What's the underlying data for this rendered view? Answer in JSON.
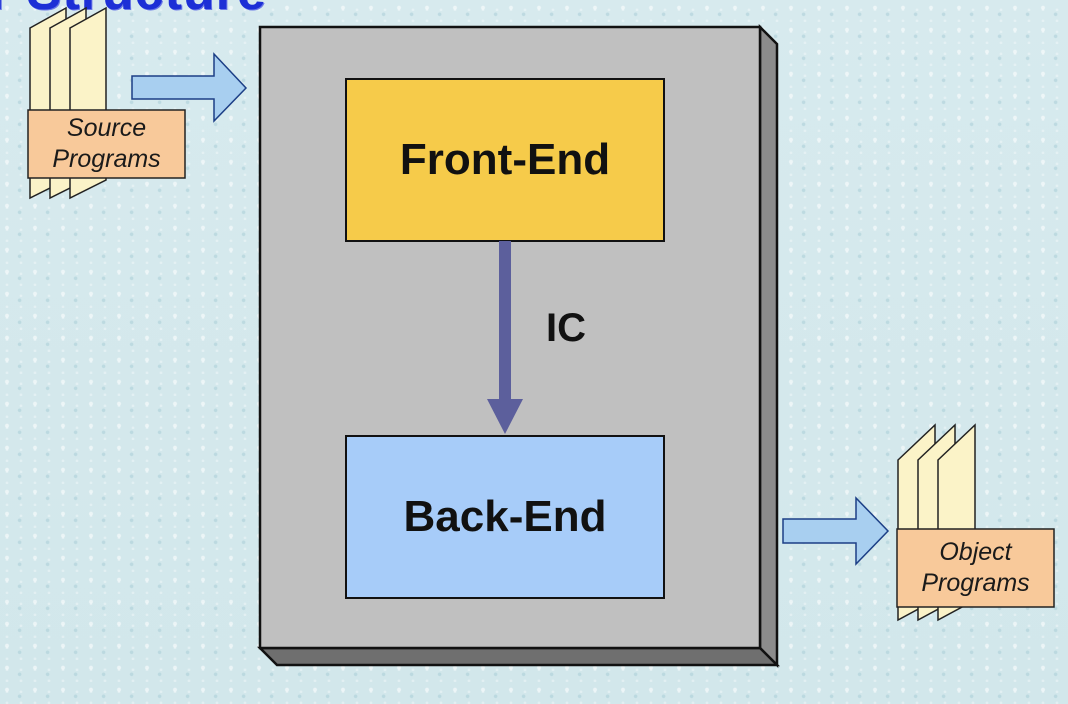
{
  "slide": {
    "title_partial": "r Structure"
  },
  "diagram": {
    "front_end_label": "Front-End",
    "back_end_label": "Back-End",
    "connector_label": "IC",
    "input_label": "Source\nPrograms",
    "output_label": "Object\nPrograms"
  },
  "colors": {
    "background": "#d5e9ed",
    "compiler_box": "#c0c0c0",
    "compiler_box_side": "#8c8c8c",
    "front_end_fill": "#f6cb4a",
    "back_end_fill": "#a7ccf9",
    "ic_arrow": "#5c5f9c",
    "block_arrow": "#a8cff0",
    "doc_page": "#fbf3c8",
    "doc_label_fill": "#f8c99a",
    "title_text": "#1c2fd6"
  }
}
